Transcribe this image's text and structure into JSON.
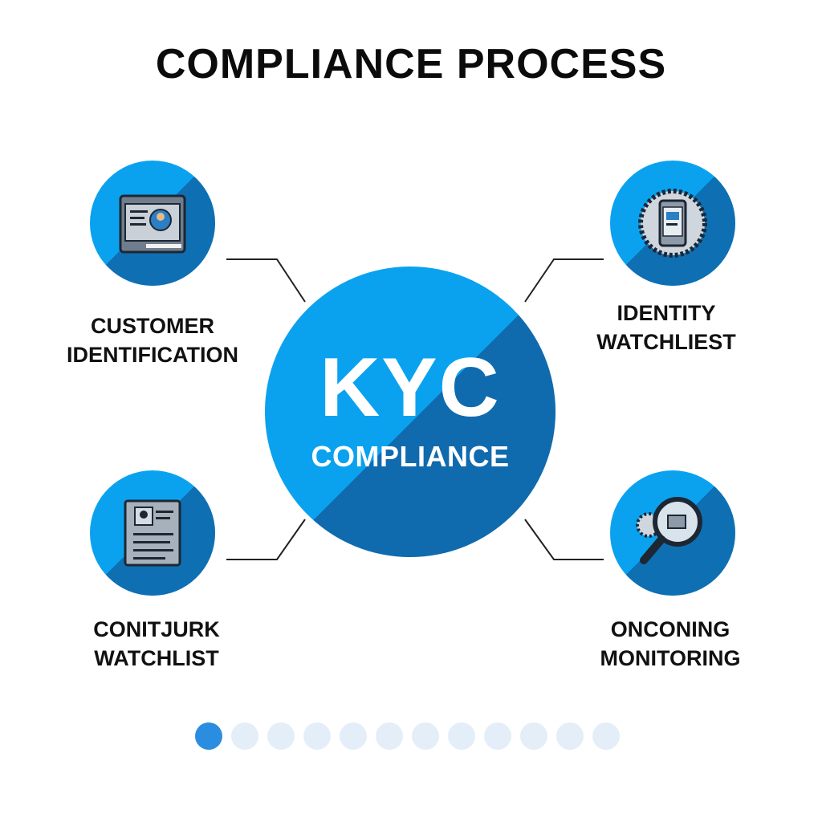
{
  "title": "COMPLIANCE PROCESS",
  "hub": {
    "line1": "KYC",
    "line2": "COMPLIANCE"
  },
  "nodes": [
    {
      "id": "customer-identification",
      "icon": "id-card-icon",
      "line1": "CUSTOMER",
      "line2": "IDENTIFICATION"
    },
    {
      "id": "identity-watchliest",
      "icon": "mobile-device-icon",
      "line1": "IDENTITY",
      "line2": "WATCHLIEST"
    },
    {
      "id": "conitjurk-watchlist",
      "icon": "document-icon",
      "line1": "CONITJURK",
      "line2": "WATCHLIST"
    },
    {
      "id": "onconing-monitoring",
      "icon": "magnifier-icon",
      "line1": "ONCONING",
      "line2": "MONITORING"
    }
  ],
  "pagination": {
    "total": 12,
    "active": 0
  },
  "colors": {
    "accent": "#0aa2ef",
    "shadow": "#143c78",
    "dot_active": "#2a8de0",
    "dot_inactive": "#e3eef9",
    "text": "#0b0b0b"
  }
}
